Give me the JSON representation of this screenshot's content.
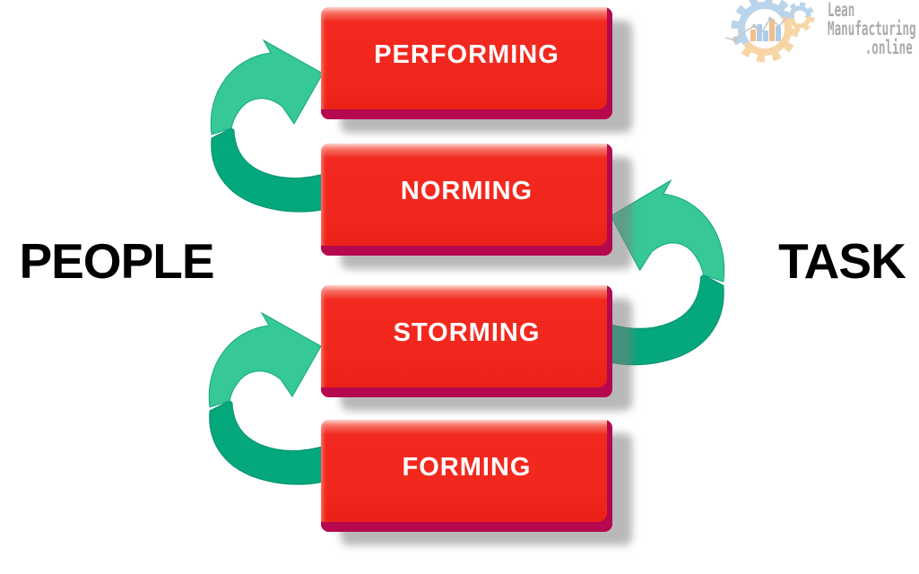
{
  "diagram": {
    "stages": [
      {
        "id": "performing",
        "label": "PERFORMING"
      },
      {
        "id": "norming",
        "label": "NORMING"
      },
      {
        "id": "storming",
        "label": "STORMING"
      },
      {
        "id": "forming",
        "label": "FORMING"
      }
    ],
    "side_labels": {
      "left": "PEOPLE",
      "right": "TASK"
    },
    "arrows": [
      {
        "from": "norming",
        "to": "performing",
        "side": "left",
        "direction": "up",
        "style": "curved-swoosh"
      },
      {
        "from": "storming",
        "to": "norming",
        "side": "right",
        "direction": "up",
        "style": "curved-swoosh"
      },
      {
        "from": "forming",
        "to": "storming",
        "side": "left",
        "direction": "up",
        "style": "curved-swoosh"
      }
    ]
  },
  "logo": {
    "line1": "Lean",
    "line2": "Manufacturing",
    "line3": ".online"
  },
  "colors": {
    "box_fill": "#F2271D",
    "box_top_highlight": "#FFD9D2",
    "box_bevel_dark": "#B5084E",
    "box_text": "#FFFFFF",
    "drop_shadow": "#7D7D7D",
    "arrow_light_green": "#36C897",
    "arrow_dark_green": "#05A77C",
    "side_label_text": "#000000",
    "logo_gear_blue": "#B9D4EB",
    "logo_gear_orange": "#F8D5A5",
    "logo_bar_blue": "#ABCDEA",
    "logo_bar_orange": "#F2BF88",
    "logo_line_gray": "#C6C6C6",
    "logo_text_gray": "#ABABAB",
    "background": "#FFFFFF"
  }
}
